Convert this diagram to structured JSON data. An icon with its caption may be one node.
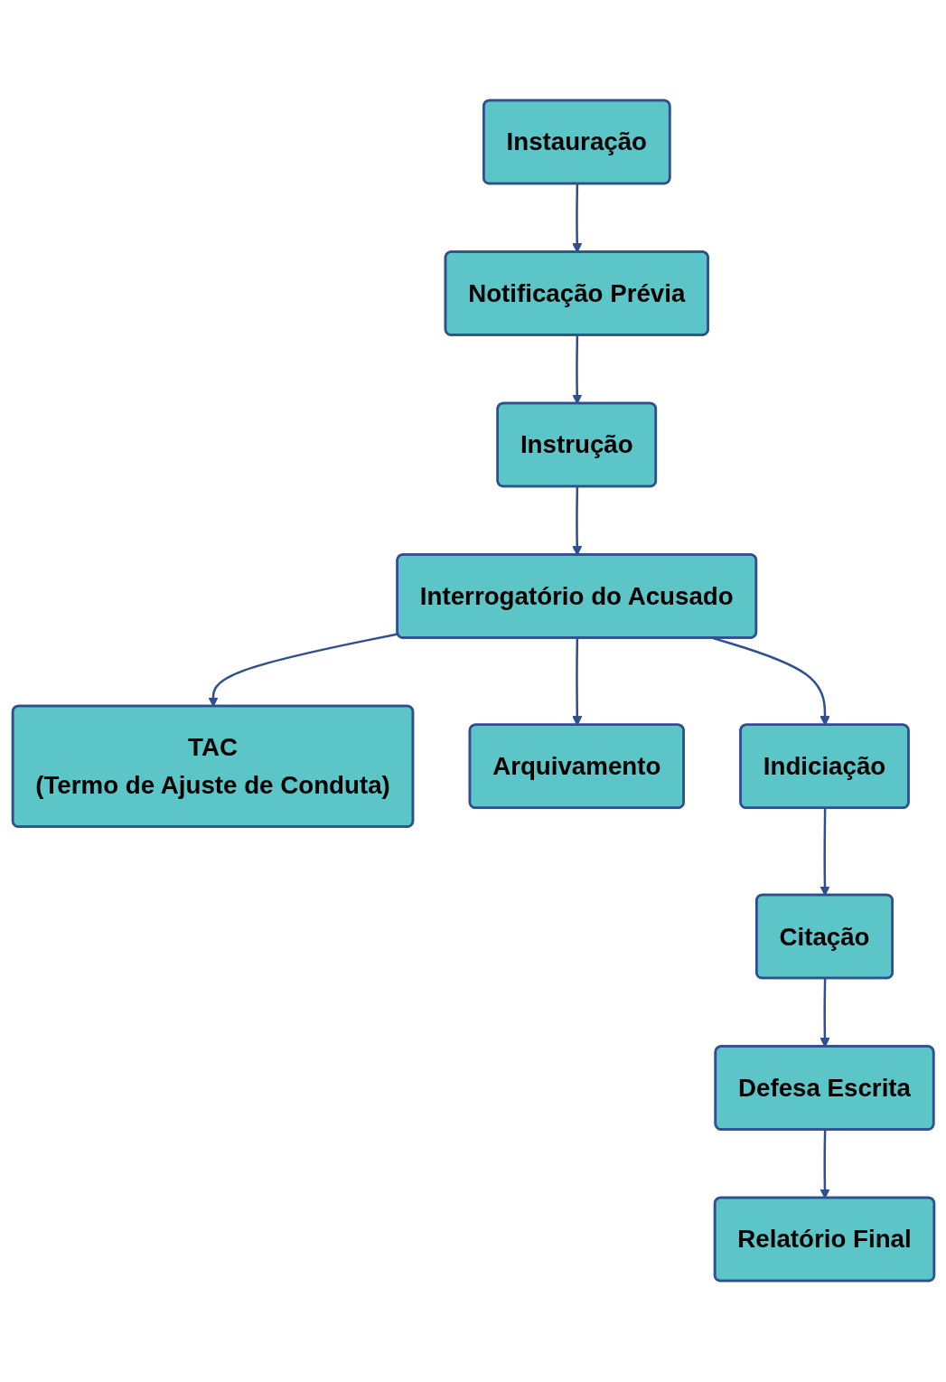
{
  "diagram": {
    "nodes": [
      {
        "text": [
          "Instauração"
        ]
      },
      {
        "text": [
          "Notificação Prévia"
        ]
      },
      {
        "text": [
          "Instrução"
        ]
      },
      {
        "text": [
          "TAC",
          "(Termo de Ajuste de Conduta)"
        ]
      },
      {
        "text": [
          "Interrogatório do Acusado"
        ]
      },
      {
        "text": [
          "Arquivamento"
        ]
      },
      {
        "text": [
          "Indiciação"
        ]
      },
      {
        "text": [
          "Citação"
        ]
      },
      {
        "text": [
          "Defesa Escrita"
        ]
      },
      {
        "text": [
          "Relatório Final"
        ]
      }
    ],
    "edges": [
      {
        "from": 0,
        "to": 1,
        "arrow": "to"
      },
      {
        "from": 1,
        "to": 2,
        "arrow": "to"
      },
      {
        "from": 2,
        "to": 4,
        "arrow": "to"
      },
      {
        "from": 4,
        "to": 3,
        "arrow": "to"
      },
      {
        "from": 4,
        "to": 6,
        "arrow": "to"
      },
      {
        "from": 4,
        "to": 5,
        "arrow": "to"
      },
      {
        "from": 6,
        "to": 7,
        "arrow": "to"
      },
      {
        "from": 7,
        "to": 8,
        "arrow": "to"
      },
      {
        "from": 8,
        "to": 9,
        "arrow": "to"
      }
    ]
  }
}
